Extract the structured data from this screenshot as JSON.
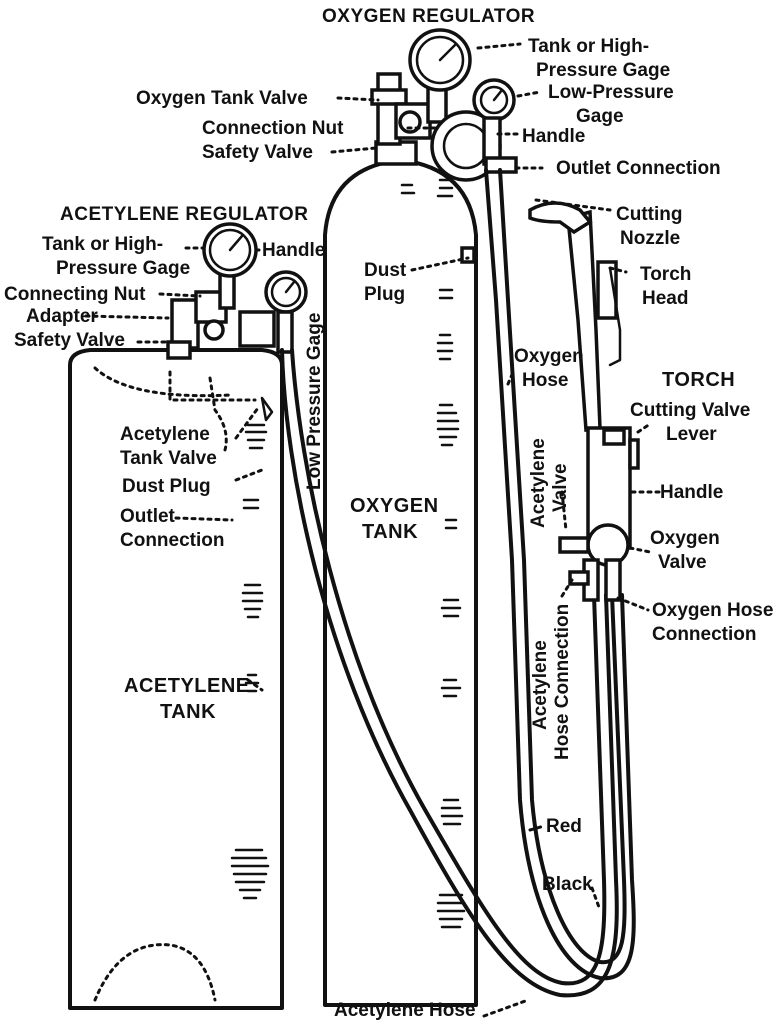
{
  "labels": {
    "oxygen_regulator": "OXYGEN REGULATOR",
    "tank_high_pressure_gage_1": "Tank or High-",
    "tank_high_pressure_gage_2": "Pressure Gage",
    "oxygen_tank_valve": "Oxygen Tank Valve",
    "low_pressure_gage_1": "Low-Pressure",
    "low_pressure_gage_2": "Gage",
    "connection_nut": "Connection Nut",
    "handle_oxy": "Handle",
    "safety_valve_oxy": "Safety Valve",
    "outlet_connection_oxy": "Outlet Connection",
    "acetylene_regulator": "ACETYLENE REGULATOR",
    "cutting_nozzle_1": "Cutting",
    "cutting_nozzle_2": "Nozzle",
    "ac_tank_gage_1": "Tank or High-",
    "ac_tank_gage_2": "Pressure Gage",
    "handle_ac": "Handle",
    "dust_plug_oxy_1": "Dust",
    "dust_plug_oxy_2": "Plug",
    "torch_head_1": "Torch",
    "torch_head_2": "Head",
    "connecting_nut": "Connecting Nut",
    "adapter": "Adapter",
    "safety_valve_ac": "Safety Valve",
    "oxygen_hose_1": "Oxygen",
    "oxygen_hose_2": "Hose",
    "torch": "TORCH",
    "cutting_valve_lever_1": "Cutting Valve",
    "cutting_valve_lever_2": "Lever",
    "low_pressure_gage_ac": "Low Pressure Gage",
    "acetylene_tank_valve_1": "Acetylene",
    "acetylene_tank_valve_2": "Tank Valve",
    "dust_plug_ac": "Dust Plug",
    "outlet_connection_ac_1": "Outlet",
    "outlet_connection_ac_2": "Connection",
    "acetylene_valve_1": "Acetylene",
    "acetylene_valve_2": "Valve",
    "handle_torch": "Handle",
    "oxygen_tank_1": "OXYGEN",
    "oxygen_tank_2": "TANK",
    "oxygen_valve_1": "Oxygen",
    "oxygen_valve_2": "Valve",
    "oxygen_hose_connection_1": "Oxygen Hose",
    "oxygen_hose_connection_2": "Connection",
    "acetylene_hose_connection_1": "Acetylene",
    "acetylene_hose_connection_2": "Hose Connection",
    "acetylene_tank_1": "ACETYLENE",
    "acetylene_tank_2": "TANK",
    "red": "Red",
    "black": "Black",
    "acetylene_hose": "Acetylene Hose"
  }
}
